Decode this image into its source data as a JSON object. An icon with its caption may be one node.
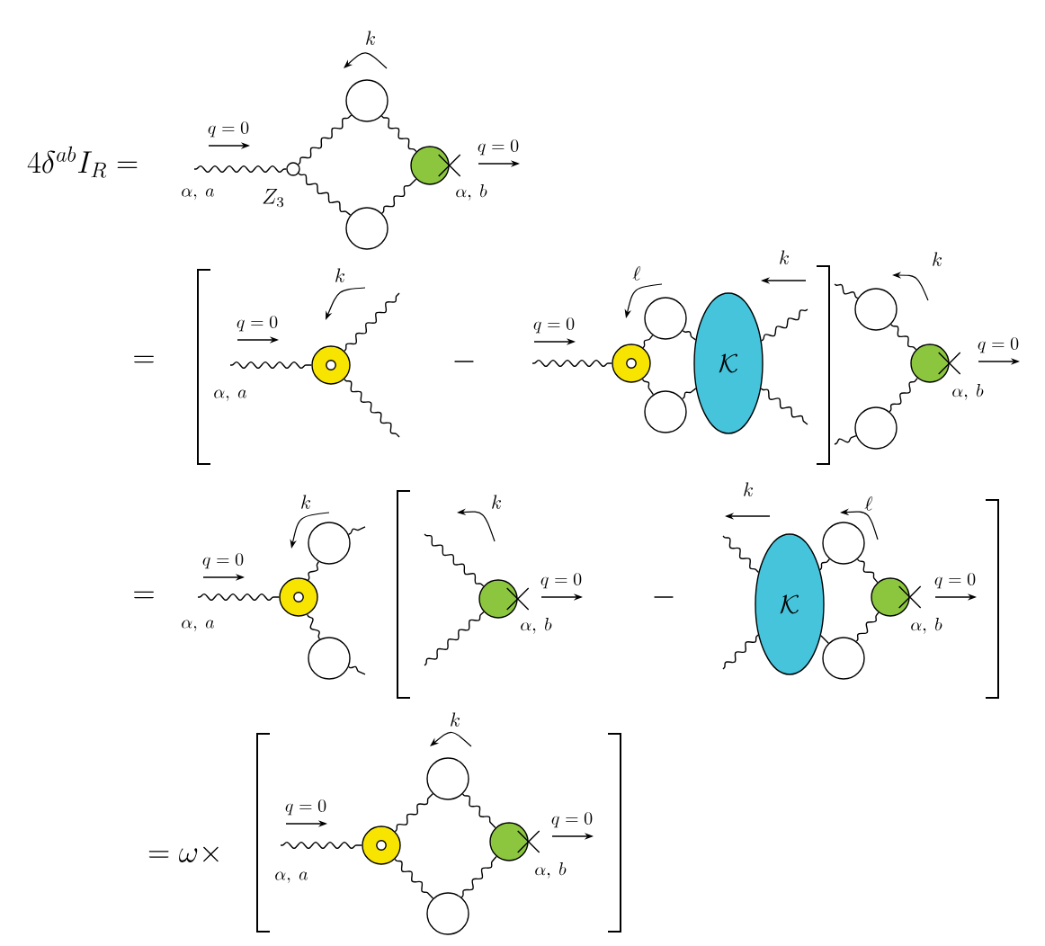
{
  "diagram": {
    "nodes": [
      {
        "text": [],
        "shape": "circle",
        "beside": [
          "Z_3"
        ]
      },
      {
        "text": [],
        "shape": "circle"
      },
      {
        "text": [],
        "shape": "circle"
      },
      {
        "text": [],
        "shape": "circle"
      },
      {
        "text": [],
        "shape": "circle"
      },
      {
        "text": [],
        "shape": "circle"
      },
      {
        "text": [],
        "shape": "circle"
      },
      {
        "text": [
          "\\mathcal{K}"
        ]
      },
      {
        "text": [],
        "shape": "circle"
      },
      {
        "text": [],
        "shape": "circle"
      },
      {
        "text": [],
        "shape": "circle"
      },
      {
        "text": [],
        "shape": "circle"
      },
      {
        "text": [],
        "shape": "circle"
      },
      {
        "text": [],
        "shape": "circle"
      },
      {
        "text": [],
        "shape": "circle"
      },
      {
        "text": [],
        "shape": "circle"
      },
      {
        "text": [
          "\\mathcal{K}"
        ]
      },
      {
        "text": [],
        "shape": "circle"
      },
      {
        "text": [],
        "shape": "circle"
      },
      {
        "text": [],
        "shape": "circle"
      },
      {
        "text": [],
        "shape": "circle"
      },
      {
        "text": [],
        "shape": "circle"
      },
      {
        "text": [],
        "shape": "circle"
      },
      {
        "text": [],
        "shape": "circle"
      }
    ],
    "edges": [
      {
        "from": null,
        "to": 0,
        "arrow": "none"
      },
      {
        "from": 0,
        "to": 1,
        "arrow": "none"
      },
      {
        "from": 0,
        "to": 2,
        "arrow": "none"
      },
      {
        "from": 1,
        "to": 3,
        "arrow": "none"
      },
      {
        "from": 2,
        "to": 3,
        "arrow": "none"
      },
      {
        "from": null,
        "to": 4,
        "arrow": "none"
      },
      {
        "from": 4,
        "to": null,
        "arrow": "none"
      },
      {
        "from": 4,
        "to": null,
        "arrow": "none"
      },
      {
        "from": null,
        "to": 5,
        "arrow": "none"
      },
      {
        "from": 5,
        "to": 6,
        "arrow": "none"
      },
      {
        "from": 5,
        "to": 8,
        "arrow": "none"
      },
      {
        "from": 6,
        "to": 7,
        "arrow": "none"
      },
      {
        "from": 8,
        "to": 7,
        "arrow": "none"
      },
      {
        "from": 7,
        "to": null,
        "arrow": "none"
      },
      {
        "from": 7,
        "to": null,
        "arrow": "none"
      },
      {
        "from": null,
        "to": 9,
        "arrow": "none"
      },
      {
        "from": null,
        "to": 11,
        "arrow": "none"
      },
      {
        "from": 9,
        "to": 10,
        "arrow": "none"
      },
      {
        "from": 11,
        "to": 10,
        "arrow": "none"
      },
      {
        "from": null,
        "to": 12,
        "arrow": "none"
      },
      {
        "from": 12,
        "to": 13,
        "arrow": "none"
      },
      {
        "from": 12,
        "to": 14,
        "arrow": "none"
      },
      {
        "from": 13,
        "to": null,
        "arrow": "none"
      },
      {
        "from": 14,
        "to": null,
        "arrow": "none"
      },
      {
        "from": null,
        "to": 15,
        "arrow": "none"
      },
      {
        "from": null,
        "to": 15,
        "arrow": "none"
      },
      {
        "from": null,
        "to": 16,
        "arrow": "none"
      },
      {
        "from": null,
        "to": 16,
        "arrow": "none"
      },
      {
        "from": 16,
        "to": 17,
        "arrow": "none"
      },
      {
        "from": 16,
        "to": 19,
        "arrow": "none"
      },
      {
        "from": 17,
        "to": 18,
        "arrow": "none"
      },
      {
        "from": 19,
        "to": 18,
        "arrow": "none"
      },
      {
        "from": null,
        "to": 20,
        "arrow": "none"
      },
      {
        "from": 20,
        "to": 21,
        "arrow": "none"
      },
      {
        "from": 20,
        "to": 23,
        "arrow": "none"
      },
      {
        "from": 21,
        "to": 22,
        "arrow": "none"
      },
      {
        "from": 23,
        "to": 22,
        "arrow": "none"
      }
    ],
    "labels": [
      "4\\delta^{ab}I_R =",
      "k",
      "q = 0",
      "q = 0",
      "\\alpha,\\ a",
      "\\alpha,\\ b",
      "=",
      "k",
      "q = 0",
      "\\alpha,\\ a",
      "-",
      "\\ell",
      "k",
      "q = 0",
      "k",
      "q = 0",
      "\\alpha,\\ b",
      "=",
      "k",
      "q = 0",
      "\\alpha,\\ a",
      "k",
      "q = 0",
      "\\alpha,\\ b",
      "-",
      "k",
      "\\ell",
      "q = 0",
      "\\alpha,\\ b",
      "= \\omega \\times",
      "k",
      "q = 0",
      "\\alpha,\\ a",
      "q = 0",
      "\\alpha,\\ b"
    ]
  }
}
